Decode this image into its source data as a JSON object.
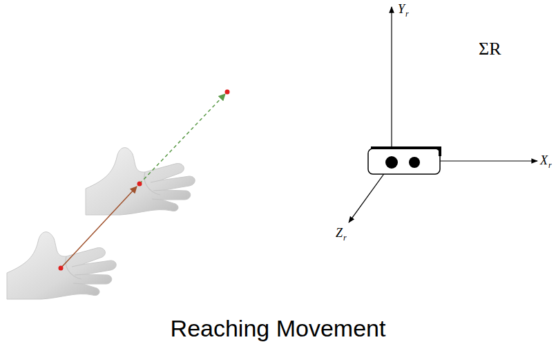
{
  "diagram": {
    "caption": "Reaching Movement",
    "labels": [
      "Yr",
      "Xr",
      "Zr",
      "ΣR"
    ]
  }
}
